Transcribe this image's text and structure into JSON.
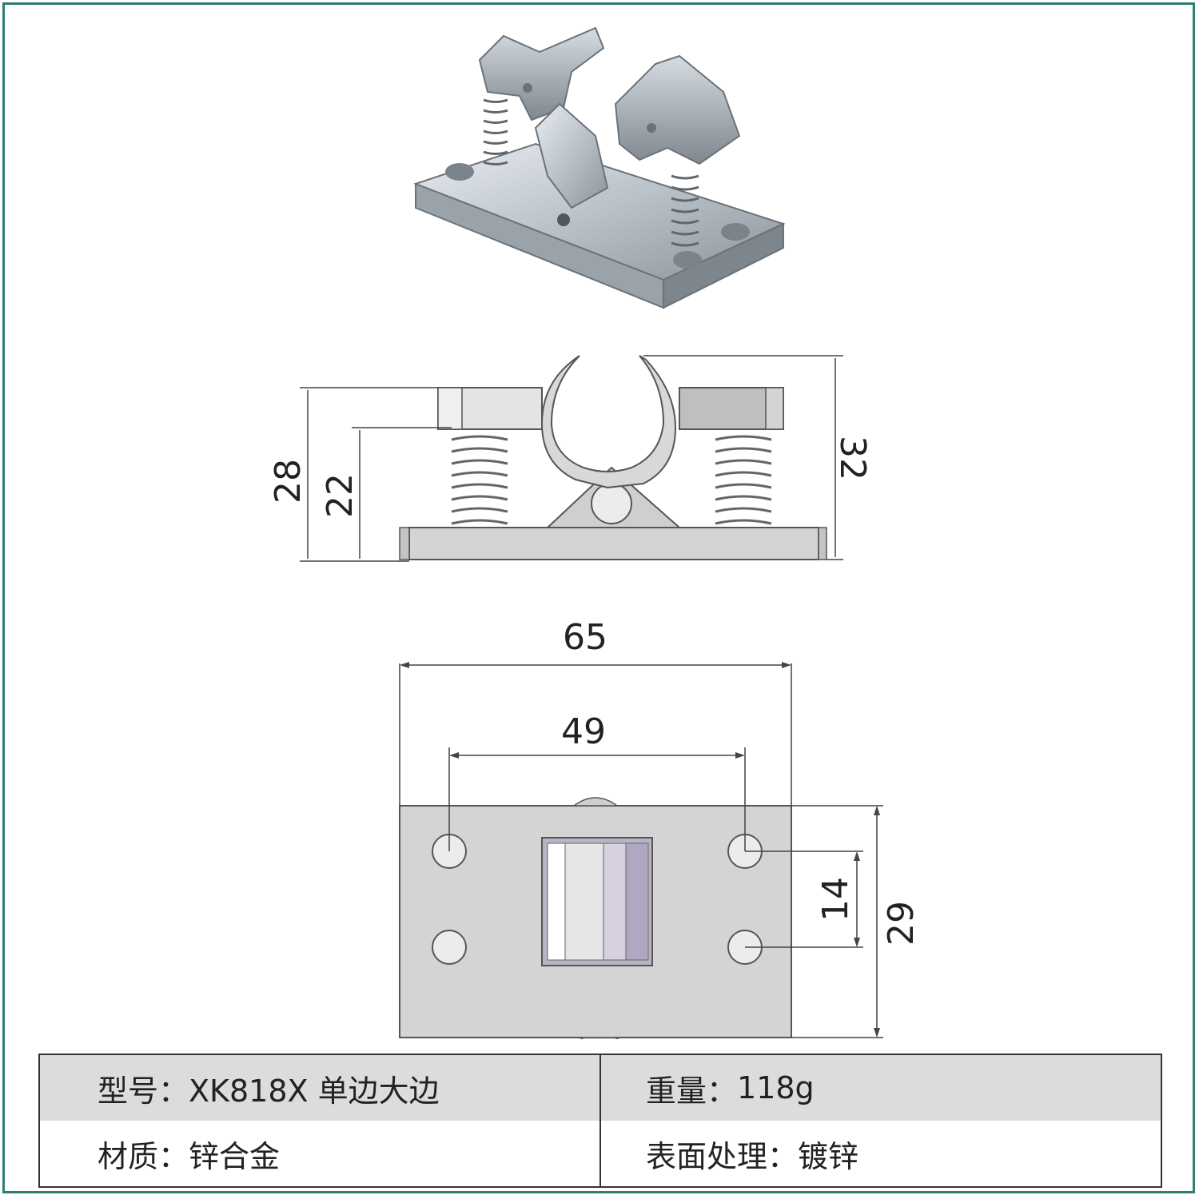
{
  "diagram": {
    "dimensions": {
      "side_total_height": "28",
      "side_spring_height": "22",
      "side_overall_height": "32",
      "bottom_total_width": "65",
      "bottom_hole_spacing": "49",
      "bottom_hole_vertical": "14",
      "bottom_total_height": "29"
    }
  },
  "specs": {
    "model_label": "型号：",
    "model_value": "XK818X 单边大边",
    "weight_label": "重量：",
    "weight_value": "118g",
    "material_label": "材质：",
    "material_value": "锌合金",
    "finish_label": "表面处理：",
    "finish_value": "镀锌"
  },
  "colors": {
    "frame": "#2f7e72",
    "metal": "#d4d4d4",
    "table_header": "#dcdcdc"
  }
}
